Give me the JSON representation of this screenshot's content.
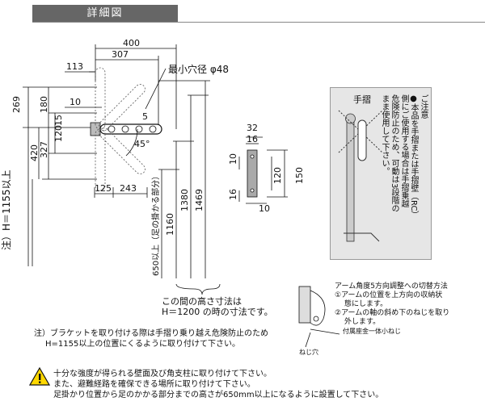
{
  "header": {
    "title": "詳細図"
  },
  "dimensions": {
    "d400": "400",
    "d307": "307",
    "d113": "113",
    "d10a": "10",
    "d269": "269",
    "d180": "180",
    "d15": "15",
    "d120a": "120",
    "d327": "327",
    "d420": "420",
    "d125": "125",
    "d243": "243",
    "d1160": "1160",
    "d1380": "1380",
    "d1469": "1469",
    "d32": "32",
    "d16a": "16",
    "d10b": "10",
    "d120b": "120",
    "d150": "150",
    "d16b": "16",
    "d10c": "10",
    "d5": "5",
    "d45": "45°"
  },
  "labels": {
    "min_hole": "最小穴径 φ48",
    "h_note": "注）H＝1155以上",
    "foot_note": "650以上（足の掛かる部分）",
    "height_note_1": "この間の高さ寸法は",
    "height_note_2": "H＝1200 の時の寸法です。",
    "bracket_note_1": "注）ブラケットを取り付ける際は手摺り乗り越え危険防止のため",
    "bracket_note_2": "H=1155以上の位置にくるように取り付けて下さい。"
  },
  "caution_box": {
    "handrail": "手摺",
    "col1": "ご注意",
    "col2": "●本品を手摺または手摺壁（RC）",
    "col3": "側にご使用する場合は手摺乗越",
    "col4": "危険防止のため、可動は3段階の",
    "col5": "まま使用して下さい。"
  },
  "arm_switch": {
    "title": "アーム角度5方向調整への切替方法",
    "step1a": "①アームの位置を上方向の収納状",
    "step1b": "態にします。",
    "step2a": "②アームの軸の斜め下のねじを取り",
    "step2b": "外します。",
    "part_label": "付属座金一体小ねじ",
    "screw_hole": "ねじ穴"
  },
  "warning": {
    "line1": "十分な強度が得られる壁面及び角支柱に取り付けて下さい。",
    "line2": "また、避難経路を確保できる場所に取り付けて下さい。",
    "line3": "足掛かり位置から足のかかる部分までの高さが650mm以上になるように設置して下さい。"
  }
}
